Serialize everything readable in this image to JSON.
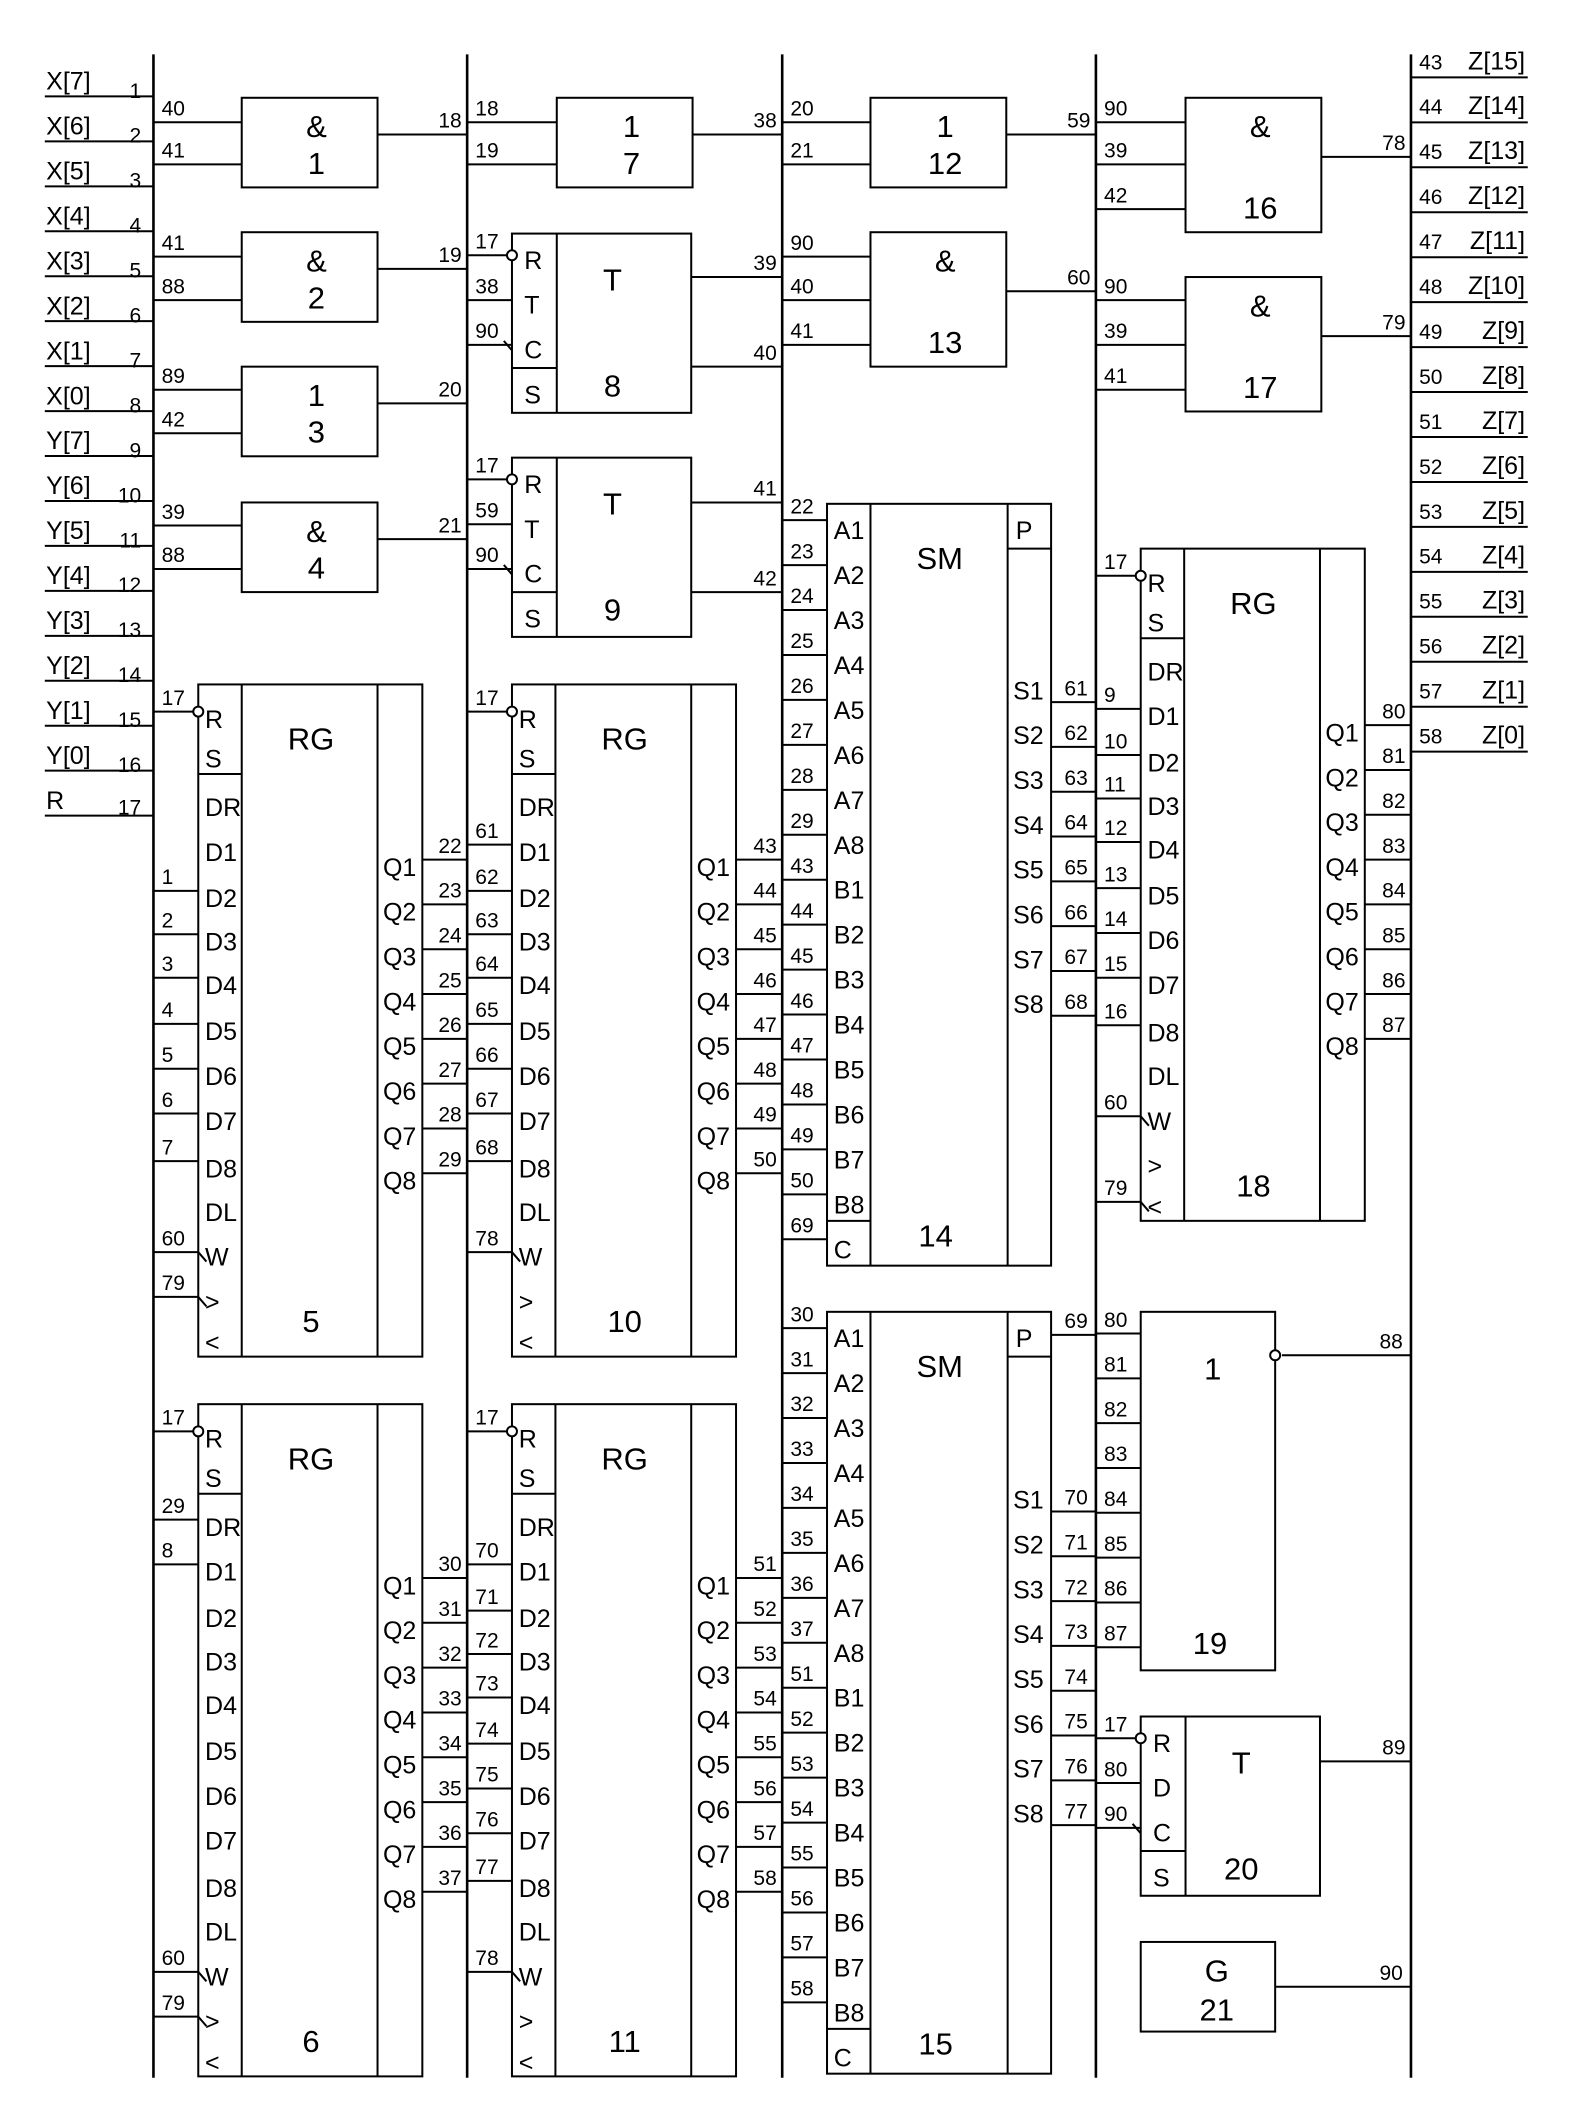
{
  "inputs": [
    {
      "label": "X[7]",
      "num": "1"
    },
    {
      "label": "X[6]",
      "num": "2"
    },
    {
      "label": "X[5]",
      "num": "3"
    },
    {
      "label": "X[4]",
      "num": "4"
    },
    {
      "label": "X[3]",
      "num": "5"
    },
    {
      "label": "X[2]",
      "num": "6"
    },
    {
      "label": "X[1]",
      "num": "7"
    },
    {
      "label": "X[0]",
      "num": "8"
    },
    {
      "label": "Y[7]",
      "num": "9"
    },
    {
      "label": "Y[6]",
      "num": "10"
    },
    {
      "label": "Y[5]",
      "num": "11"
    },
    {
      "label": "Y[4]",
      "num": "12"
    },
    {
      "label": "Y[3]",
      "num": "13"
    },
    {
      "label": "Y[2]",
      "num": "14"
    },
    {
      "label": "Y[1]",
      "num": "15"
    },
    {
      "label": "Y[0]",
      "num": "16"
    },
    {
      "label": "R",
      "num": "17"
    }
  ],
  "outputs": [
    {
      "num": "43",
      "label": "Z[15]"
    },
    {
      "num": "44",
      "label": "Z[14]"
    },
    {
      "num": "45",
      "label": "Z[13]"
    },
    {
      "num": "46",
      "label": "Z[12]"
    },
    {
      "num": "47",
      "label": "Z[11]"
    },
    {
      "num": "48",
      "label": "Z[10]"
    },
    {
      "num": "49",
      "label": "Z[9]"
    },
    {
      "num": "50",
      "label": "Z[8]"
    },
    {
      "num": "51",
      "label": "Z[7]"
    },
    {
      "num": "52",
      "label": "Z[6]"
    },
    {
      "num": "53",
      "label": "Z[5]"
    },
    {
      "num": "54",
      "label": "Z[4]"
    },
    {
      "num": "55",
      "label": "Z[3]"
    },
    {
      "num": "56",
      "label": "Z[2]"
    },
    {
      "num": "57",
      "label": "Z[1]"
    },
    {
      "num": "58",
      "label": "Z[0]"
    }
  ],
  "gates": [
    {
      "id": "g1",
      "sym": "&",
      "n": "1",
      "ins": [
        "40",
        "41"
      ],
      "out": "18"
    },
    {
      "id": "g2",
      "sym": "&",
      "n": "2",
      "ins": [
        "41",
        "88"
      ],
      "out": "19"
    },
    {
      "id": "g3",
      "sym": "1",
      "n": "3",
      "ins": [
        "89",
        "42"
      ],
      "out": "20"
    },
    {
      "id": "g4",
      "sym": "&",
      "n": "4",
      "ins": [
        "39",
        "88"
      ],
      "out": "21"
    },
    {
      "id": "g7",
      "sym": "1",
      "n": "7",
      "ins": [
        "18",
        "19"
      ],
      "out": "38"
    },
    {
      "id": "g12",
      "sym": "1",
      "n": "12",
      "ins": [
        "20",
        "21"
      ],
      "out": "59"
    },
    {
      "id": "g13",
      "sym": "&",
      "n": "13",
      "ins": [
        "90",
        "40",
        "41"
      ],
      "out": "60"
    },
    {
      "id": "g16",
      "sym": "&",
      "n": "16",
      "ins": [
        "90",
        "39",
        "42"
      ],
      "out": "78"
    },
    {
      "id": "g17",
      "sym": "&",
      "n": "17",
      "ins": [
        "90",
        "39",
        "41"
      ],
      "out": "79"
    }
  ],
  "triggers": [
    {
      "id": "t8",
      "sym": "T",
      "n": "8",
      "pins": [
        "R",
        "T",
        "C",
        "S"
      ],
      "ins": [
        "17",
        "38",
        "90"
      ],
      "outs": [
        "39",
        "40"
      ]
    },
    {
      "id": "t9",
      "sym": "T",
      "n": "9",
      "pins": [
        "R",
        "T",
        "C",
        "S"
      ],
      "ins": [
        "17",
        "59",
        "90"
      ],
      "outs": [
        "41",
        "42"
      ]
    },
    {
      "id": "t20",
      "sym": "T",
      "n": "20",
      "pins": [
        "R",
        "D",
        "C",
        "S"
      ],
      "ins": [
        "17",
        "80",
        "90"
      ],
      "outs": [
        "89"
      ]
    }
  ],
  "registers": [
    {
      "id": "rg5",
      "sym": "RG",
      "n": "5",
      "left": [
        "R",
        "S",
        "DR",
        "D1",
        "D2",
        "D3",
        "D4",
        "D5",
        "D6",
        "D7",
        "D8",
        "DL",
        "W",
        ">",
        "<"
      ],
      "inputs": {
        "R": "17",
        "D2": "1",
        "D3": "2",
        "D4": "3",
        "D5": "4",
        "D6": "5",
        "D7": "6",
        "D8": "7",
        "W": "60",
        ">": "79"
      },
      "right": [
        "Q1",
        "Q2",
        "Q3",
        "Q4",
        "Q5",
        "Q6",
        "Q7",
        "Q8"
      ],
      "outputs": [
        "22",
        "23",
        "24",
        "25",
        "26",
        "27",
        "28",
        "29"
      ]
    },
    {
      "id": "rg10",
      "sym": "RG",
      "n": "10",
      "left": [
        "R",
        "S",
        "DR",
        "D1",
        "D2",
        "D3",
        "D4",
        "D5",
        "D6",
        "D7",
        "D8",
        "DL",
        "W",
        ">",
        "<"
      ],
      "inputs": {
        "R": "17",
        "D1": "61",
        "D2": "62",
        "D3": "63",
        "D4": "64",
        "D5": "65",
        "D6": "66",
        "D7": "67",
        "D8": "68",
        "W": "78"
      },
      "right": [
        "Q1",
        "Q2",
        "Q3",
        "Q4",
        "Q5",
        "Q6",
        "Q7",
        "Q8"
      ],
      "outputs": [
        "43",
        "44",
        "45",
        "46",
        "47",
        "48",
        "49",
        "50"
      ]
    },
    {
      "id": "rg6",
      "sym": "RG",
      "n": "6",
      "left": [
        "R",
        "S",
        "DR",
        "D1",
        "D2",
        "D3",
        "D4",
        "D5",
        "D6",
        "D7",
        "D8",
        "DL",
        "W",
        ">",
        "<"
      ],
      "inputs": {
        "R": "17",
        "DR": "29",
        "D1": "8",
        "W": "60",
        ">": "79"
      },
      "right": [
        "Q1",
        "Q2",
        "Q3",
        "Q4",
        "Q5",
        "Q6",
        "Q7",
        "Q8"
      ],
      "outputs": [
        "30",
        "31",
        "32",
        "33",
        "34",
        "35",
        "36",
        "37"
      ]
    },
    {
      "id": "rg11",
      "sym": "RG",
      "n": "11",
      "left": [
        "R",
        "S",
        "DR",
        "D1",
        "D2",
        "D3",
        "D4",
        "D5",
        "D6",
        "D7",
        "D8",
        "DL",
        "W",
        ">",
        "<"
      ],
      "inputs": {
        "R": "17",
        "D1": "70",
        "D2": "71",
        "D3": "72",
        "D4": "73",
        "D5": "74",
        "D6": "75",
        "D7": "76",
        "D8": "77",
        "W": "78"
      },
      "right": [
        "Q1",
        "Q2",
        "Q3",
        "Q4",
        "Q5",
        "Q6",
        "Q7",
        "Q8"
      ],
      "outputs": [
        "51",
        "52",
        "53",
        "54",
        "55",
        "56",
        "57",
        "58"
      ]
    },
    {
      "id": "rg18",
      "sym": "RG",
      "n": "18",
      "left": [
        "R",
        "S",
        "DR",
        "D1",
        "D2",
        "D3",
        "D4",
        "D5",
        "D6",
        "D7",
        "D8",
        "DL",
        "W",
        ">",
        "<"
      ],
      "inputs": {
        "R": "17",
        "D1": "9",
        "D2": "10",
        "D3": "11",
        "D4": "12",
        "D5": "13",
        "D6": "14",
        "D7": "15",
        "D8": "16",
        "W": "60",
        "<": "79"
      },
      "right": [
        "Q1",
        "Q2",
        "Q3",
        "Q4",
        "Q5",
        "Q6",
        "Q7",
        "Q8"
      ],
      "outputs": [
        "80",
        "81",
        "82",
        "83",
        "84",
        "85",
        "86",
        "87"
      ]
    }
  ],
  "adders": [
    {
      "id": "sm14",
      "sym": "SM",
      "n": "14",
      "left": [
        "A1",
        "A2",
        "A3",
        "A4",
        "A5",
        "A6",
        "A7",
        "A8",
        "B1",
        "B2",
        "B3",
        "B4",
        "B5",
        "B6",
        "B7",
        "B8",
        "C"
      ],
      "inputs": [
        "22",
        "23",
        "24",
        "25",
        "26",
        "27",
        "28",
        "29",
        "43",
        "44",
        "45",
        "46",
        "47",
        "48",
        "49",
        "50",
        "69"
      ],
      "p": "P",
      "pout": "",
      "sums": [
        "S1",
        "S2",
        "S3",
        "S4",
        "S5",
        "S6",
        "S7",
        "S8"
      ],
      "outputs": [
        "61",
        "62",
        "63",
        "64",
        "65",
        "66",
        "67",
        "68"
      ]
    },
    {
      "id": "sm15",
      "sym": "SM",
      "n": "15",
      "left": [
        "A1",
        "A2",
        "A3",
        "A4",
        "A5",
        "A6",
        "A7",
        "A8",
        "B1",
        "B2",
        "B3",
        "B4",
        "B5",
        "B6",
        "B7",
        "B8",
        "C"
      ],
      "inputs": [
        "30",
        "31",
        "32",
        "33",
        "34",
        "35",
        "36",
        "37",
        "51",
        "52",
        "53",
        "54",
        "55",
        "56",
        "57",
        "58",
        ""
      ],
      "p": "P",
      "pout": "69",
      "sums": [
        "S1",
        "S2",
        "S3",
        "S4",
        "S5",
        "S6",
        "S7",
        "S8"
      ],
      "outputs": [
        "70",
        "71",
        "72",
        "73",
        "74",
        "75",
        "76",
        "77"
      ]
    }
  ],
  "or19": {
    "sym": "1",
    "n": "19",
    "ins": [
      "80",
      "81",
      "82",
      "83",
      "84",
      "85",
      "86",
      "87"
    ],
    "out": "88"
  },
  "gen21": {
    "sym": "G",
    "n": "21",
    "out": "90"
  }
}
